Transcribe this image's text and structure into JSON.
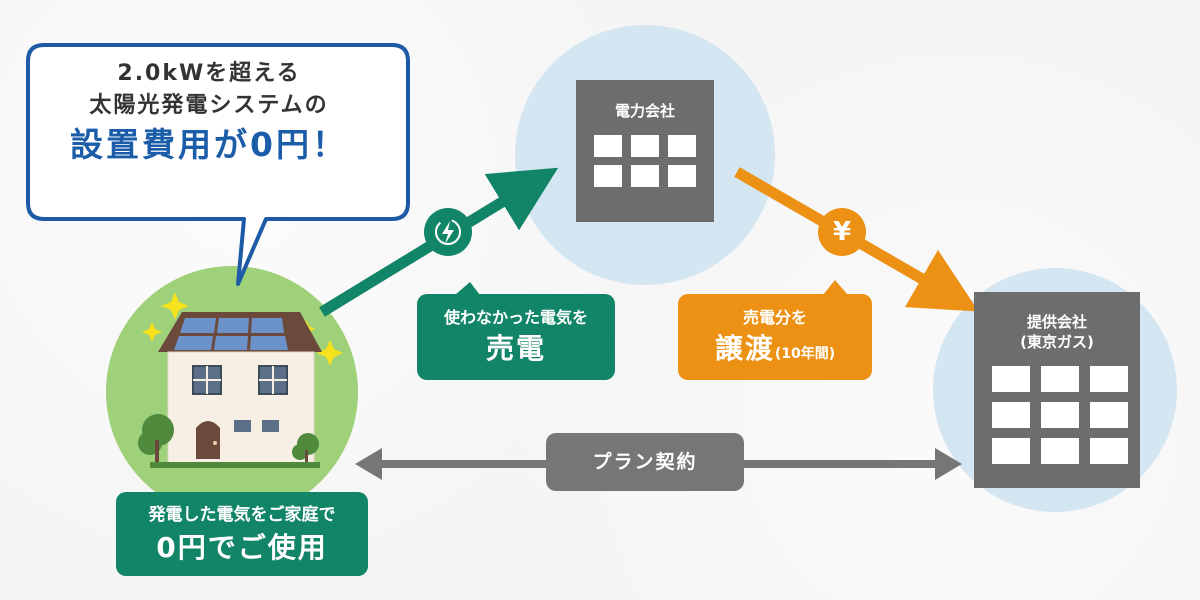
{
  "callout": {
    "line1": "2.0kWを超える",
    "line2": "太陽光発電システムの",
    "line3": "設置費用が0円！"
  },
  "power_company": {
    "label": "電力会社"
  },
  "provider": {
    "label1": "提供会社",
    "label2": "(東京ガス)"
  },
  "sell_box": {
    "line1": "使わなかった電気を",
    "line2": "売電"
  },
  "transfer_box": {
    "line1": "売電分を",
    "line2": "譲渡",
    "line2_suffix": "(10年間)"
  },
  "home_box": {
    "line1": "発電した電気をご家庭で",
    "line2": "0円でご使用"
  },
  "contract": {
    "label": "プラン契約"
  },
  "icons": {
    "power": "lightning-icon",
    "money": "yen-icon",
    "yen_glyph": "¥"
  },
  "colors": {
    "green": "#128467",
    "orange": "#ec9113",
    "gray": "#767676",
    "navy_bubble": "#1b5da8",
    "circle_blue": "#d3e6f1",
    "circle_green": "#9fd07a"
  }
}
